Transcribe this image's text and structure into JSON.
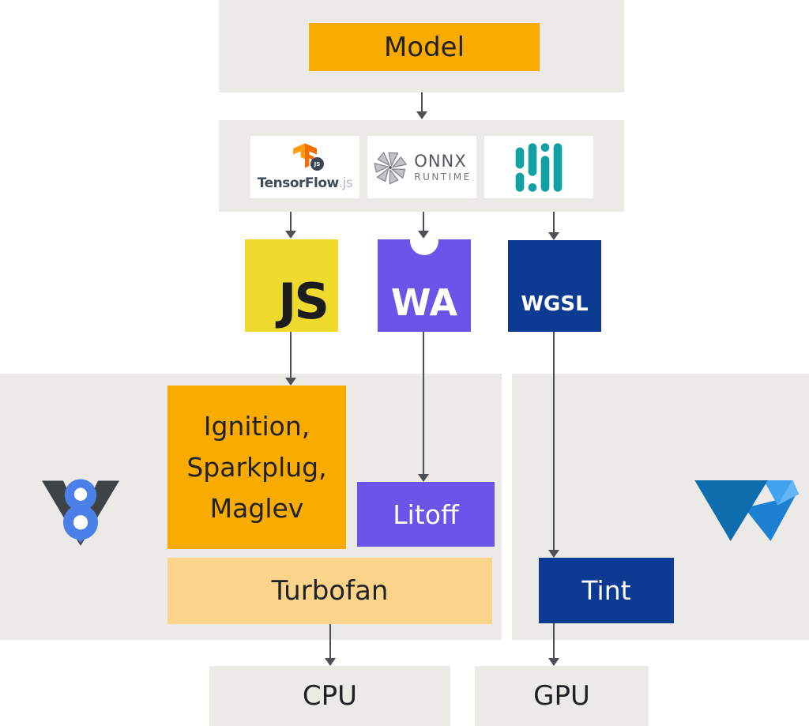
{
  "colors": {
    "page_bg": "#FFFFFF",
    "panel_gray": "#ECEAE7",
    "card_white": "#FFFFFF",
    "accent_orange": "#F9AB00",
    "light_orange": "#FAD48A",
    "js_yellow": "#EFDA2E",
    "wasm_purple": "#6A55E8",
    "navy_blue": "#0D3A93",
    "arrow_gray": "#4D5055",
    "text_dark": "#1F2124",
    "tf_orange_light": "#FF9E0C",
    "tf_orange_dark": "#F06F00",
    "tf_slate": "#3E4A59",
    "tf_suffix_gray": "#B3BAC1",
    "onnx_blade": "#C2C5C7",
    "onnx_stroke": "#898C8F",
    "onnx_text": "#54585C",
    "mediapipe_teal": "#12A1A2",
    "v8_blue": "#4C80E9",
    "v8_gray": "#3E4348",
    "webgpu_dark": "#0E6DAD",
    "webgpu_mid": "#1E80D0",
    "webgpu_light": "#3FA3F2",
    "webgpu_lighter": "#63B5F5"
  },
  "nodes": {
    "model": {
      "label": "Model"
    },
    "frameworks": {
      "tensorflow": {
        "brand": "TensorFlow",
        "suffix": ".js",
        "badge": "JS",
        "icon": "tensorflowjs-logo"
      },
      "onnx": {
        "line1": "ONNX",
        "line2": "RUNTIME",
        "icon": "onnx-runtime-logo"
      },
      "mediapipe": {
        "icon": "mediapipe-logo"
      }
    },
    "languages": {
      "js": {
        "label": "JS"
      },
      "wasm": {
        "label": "WA"
      },
      "wgsl": {
        "label": "WGSL"
      }
    },
    "v8": {
      "icon": "v8-logo",
      "compilers": {
        "lines": [
          "Ignition,",
          "Sparkplug,",
          "Maglev"
        ]
      },
      "baseline": {
        "label": "Litoff"
      },
      "optimizer": {
        "label": "Turbofan"
      }
    },
    "webgpu": {
      "icon": "webgpu-logo",
      "compiler": {
        "label": "Tint"
      }
    },
    "hardware": {
      "cpu": {
        "label": "CPU"
      },
      "gpu": {
        "label": "GPU"
      }
    }
  },
  "edges": [
    {
      "from": "model",
      "to": "frameworks"
    },
    {
      "from": "frameworks",
      "to": "js"
    },
    {
      "from": "frameworks",
      "to": "wasm"
    },
    {
      "from": "frameworks",
      "to": "wgsl"
    },
    {
      "from": "js",
      "to": "ignition-sparkplug-maglev"
    },
    {
      "from": "wasm",
      "to": "litoff"
    },
    {
      "from": "wgsl",
      "to": "tint"
    },
    {
      "from": "turbofan",
      "to": "cpu"
    },
    {
      "from": "tint",
      "to": "gpu"
    }
  ]
}
